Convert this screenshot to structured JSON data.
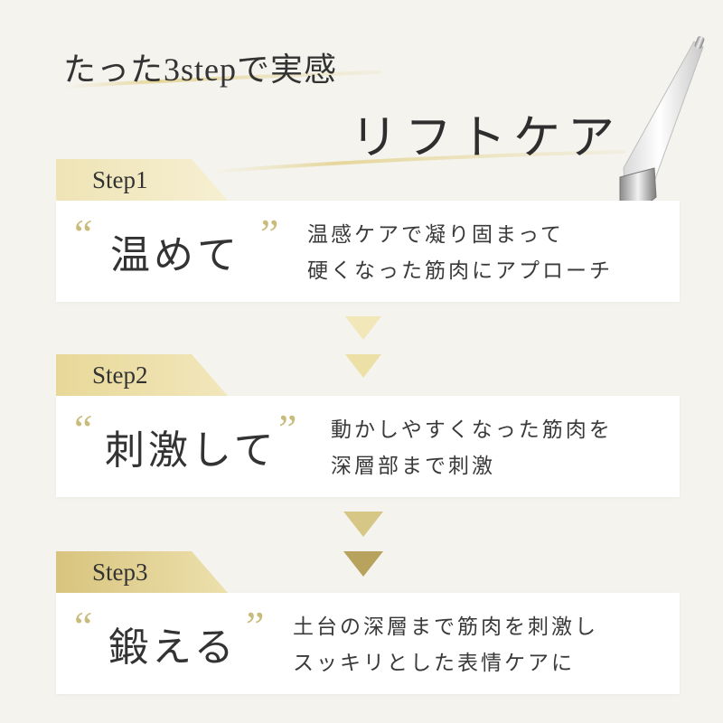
{
  "header": {
    "line1_pre": "たった",
    "line1_num": "3step",
    "line1_post": "で実感",
    "line2": "リフトケア"
  },
  "steps": [
    {
      "label": "Step1",
      "open_quote": "“",
      "title": "温めて",
      "close_quote": "”",
      "desc_line1": "温感ケアで凝り固まって",
      "desc_line2": "硬くなった筋肉にアプローチ"
    },
    {
      "label": "Step2",
      "open_quote": "“",
      "title": "刺激して",
      "close_quote": "”",
      "desc_line1": "動かしやすくなった筋肉を",
      "desc_line2": "深層部まで刺激"
    },
    {
      "label": "Step3",
      "open_quote": "“",
      "title": "鍛える",
      "close_quote": "”",
      "desc_line1": "土台の深層まで筋肉を刺激し",
      "desc_line2": "スッキリとした表情ケアに"
    }
  ],
  "colors": {
    "background": "#f4f3ee",
    "gold_light": "#f1e7b8",
    "gold_mid": "#d9c78a",
    "gold_dark": "#b09a55",
    "card": "#ffffff"
  },
  "icons": {
    "device": "facial-care-device-image",
    "arrow": "down-triangle-arrow-icon"
  }
}
